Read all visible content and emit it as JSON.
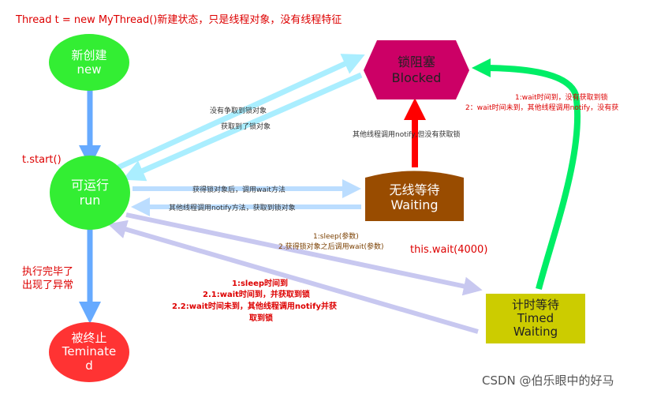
{
  "header_note": "Thread t = new MyThread()新建状态，只是线程对象，没有线程特征",
  "nodes": {
    "new": {
      "line1": "新创建",
      "line2": "new"
    },
    "run": {
      "line1": "可运行",
      "line2": "run"
    },
    "terminated": {
      "line1": "被终止",
      "line2": "Teminate",
      "line3": "d"
    },
    "blocked": {
      "line1": "锁阻塞",
      "line2": "Blocked"
    },
    "waiting": {
      "line1": "无线等待",
      "line2": "Waiting"
    },
    "timed": {
      "line1": "计时等待",
      "line2": "Timed",
      "line3": "Waiting"
    }
  },
  "labels": {
    "start": "t.start()",
    "not_acquired": "没有争取到锁对象",
    "acquired": "获取到了锁对象",
    "other_notify_no_lock": "其他线程调用notify,但没有获取锁",
    "wait_after_lock": "获得锁对象后，调用wait方法",
    "notify_get_lock": "其他线程调用notify方法，获取到锁对象",
    "finish_line1": "执行完毕了",
    "finish_line2": "出现了异常",
    "sleep_param": "1:sleep(参数)",
    "wait_param": "2.获得锁对象之后调用wait(参数)",
    "this_wait": "this.wait(4000)",
    "timed_back_1": "1:sleep时间到",
    "timed_back_2": "2.1:wait时间到，并获取到锁",
    "timed_back_3": "2.2:wait时间未到，其他线程调用notify并获",
    "timed_back_4": "取到锁",
    "to_blocked_1": "1:wait时间到，没有获取到锁",
    "to_blocked_2": "2：wait时间未到，其他线程调用notify，没有获"
  },
  "watermark": "CSDN @伯乐眼中的好马",
  "colors": {
    "new": "#33ee33",
    "run": "#33ee33",
    "terminated": "#ff3333",
    "blocked": "#cc0066",
    "waiting": "#994c00",
    "timed": "#cccc00",
    "red_text": "#dd0000",
    "arrow_blue": "#66aaff",
    "arrow_cyan": "#aaeeff",
    "arrow_lightblue": "#bbddff",
    "arrow_lavender": "#c8c8f0",
    "arrow_red": "#ff0000",
    "arrow_green": "#00ee66"
  }
}
